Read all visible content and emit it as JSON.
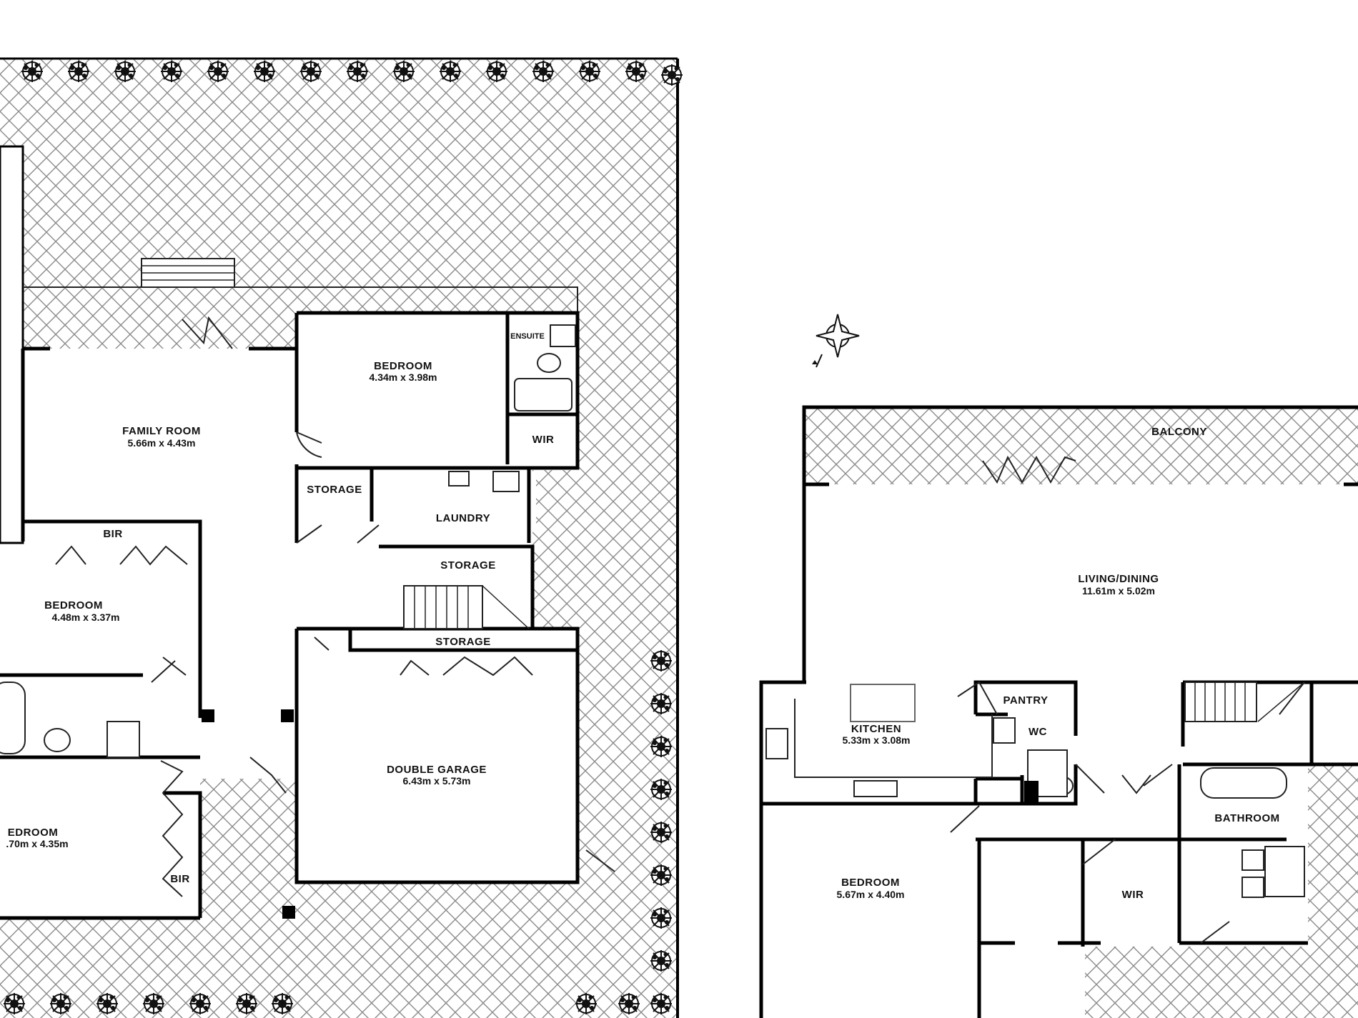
{
  "rooms": {
    "family_room": {
      "name": "FAMILY ROOM",
      "dim": "5.66m x 4.43m"
    },
    "bedroom_top": {
      "name": "BEDROOM",
      "dim": "4.34m x 3.98m"
    },
    "ensuite": {
      "name": "ENSUITE"
    },
    "wir_top": {
      "name": "WIR"
    },
    "storage_a": {
      "name": "STORAGE"
    },
    "laundry": {
      "name": "LAUNDRY"
    },
    "storage_b": {
      "name": "STORAGE"
    },
    "bir_mid": {
      "name": "BIR"
    },
    "bedroom_mid": {
      "name": "BEDROOM",
      "dim": "4.48m x 3.37m"
    },
    "storage_c": {
      "name": "STORAGE"
    },
    "double_garage": {
      "name": "DOUBLE GARAGE",
      "dim": "6.43m x 5.73m"
    },
    "bedroom_low": {
      "name": "EDROOM",
      "dim": ".70m x 4.35m"
    },
    "bir_low": {
      "name": "BIR"
    },
    "balcony": {
      "name": "BALCONY"
    },
    "living_dining": {
      "name": "LIVING/DINING",
      "dim": "11.61m x 5.02m"
    },
    "pantry": {
      "name": "PANTRY"
    },
    "kitchen": {
      "name": "KITCHEN",
      "dim": "5.33m x 3.08m"
    },
    "wc": {
      "name": "WC"
    },
    "bathroom": {
      "name": "BATHROOM"
    },
    "bedroom_right": {
      "name": "BEDROOM",
      "dim": "5.67m x 4.40m"
    },
    "wir_right": {
      "name": "WIR"
    }
  },
  "icons": {
    "compass": "compass-rose-icon",
    "shrub": "shrub-icon",
    "stairs": "stairs-icon",
    "door": "door-swing-icon",
    "toilet": "toilet-icon",
    "bath": "bathtub-icon",
    "shower": "shower-icon"
  },
  "colors": {
    "wall": "#000000",
    "hatch": "#8a8a8a",
    "background": "#ffffff"
  }
}
